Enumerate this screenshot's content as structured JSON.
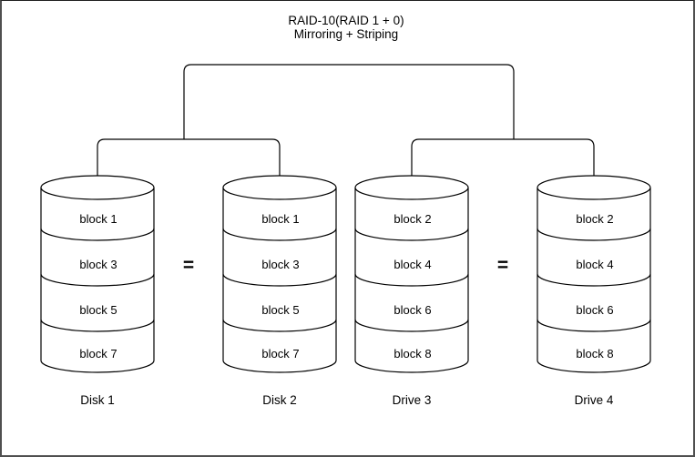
{
  "diagram": {
    "title_line1": "RAID-10(RAID 1 + 0)",
    "title_line2": "Mirroring + Striping",
    "equals_sign": "=",
    "disks": [
      {
        "label": "Disk 1",
        "blocks": [
          "block 1",
          "block 3",
          "block 5",
          "block 7"
        ]
      },
      {
        "label": "Disk 2",
        "blocks": [
          "block 1",
          "block 3",
          "block 5",
          "block 7"
        ]
      },
      {
        "label": "Drive 3",
        "blocks": [
          "block 2",
          "block 4",
          "block 6",
          "block 8"
        ]
      },
      {
        "label": "Drive 4",
        "blocks": [
          "block 2",
          "block 4",
          "block 6",
          "block 8"
        ]
      }
    ]
  },
  "colors": {
    "line": "#000000",
    "background": "#ffffff",
    "border": "#4f4f4f"
  }
}
